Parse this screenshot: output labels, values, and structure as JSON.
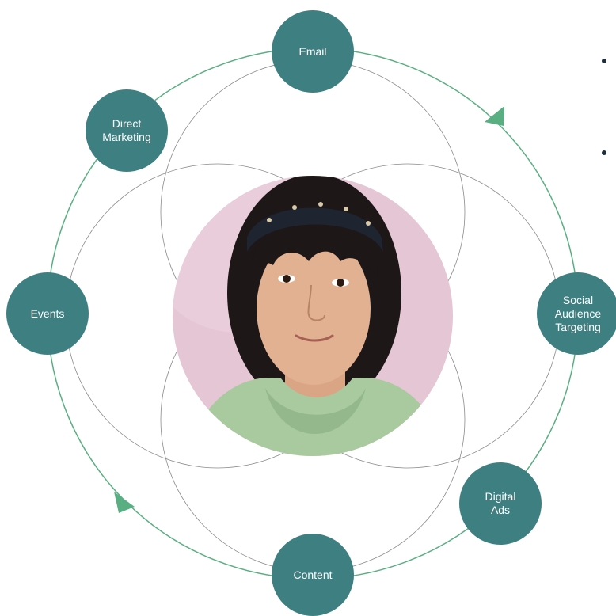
{
  "diagram": {
    "nodes": {
      "email": "Email",
      "direct_marketing": "Direct\nMarketing",
      "events": "Events",
      "content": "Content",
      "digital_ads": "Digital\nAds",
      "social_audience_targeting": "Social\nAudience\nTargeting"
    },
    "portrait": "person-portrait",
    "colors": {
      "node_fill": "#3e7f82",
      "cycle_line": "#5aaf82",
      "arrow": "#5aaf82",
      "petal_line": "#8a8a8a",
      "portrait_bg": "#e5c6d4",
      "sweater": "#a9c99f"
    }
  }
}
